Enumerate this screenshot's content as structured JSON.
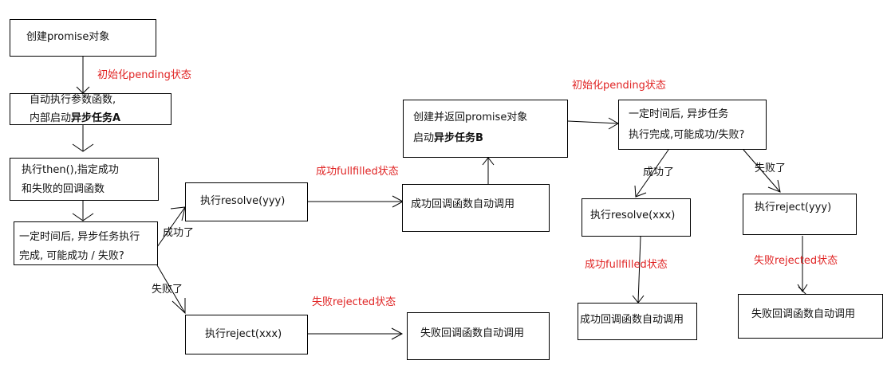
{
  "nodes": {
    "n1": "创建promise对象",
    "n2_line1": "自动执行参数函数,",
    "n2_line2_plain": "内部启动",
    "n2_line2_bold": "异步任务A",
    "n3_line1": "执行then(),指定成功",
    "n3_line2": "和失败的回调函数",
    "n4_line1": "一定时间后, 异步任务执行",
    "n4_line2": "完成, 可能成功 / 失败?",
    "n5": "执行resolve(yyy)",
    "n6": "成功回调函数自动调用",
    "n7_line1": "创建并返回promise对象",
    "n7_line2_plain": "启动",
    "n7_line2_bold": "异步任务B",
    "n8": "执行reject(xxx)",
    "n9": "失败回调函数自动调用",
    "n10_line1": "一定时间后, 异步任务",
    "n10_line2": "执行完成,可能成功/失败?",
    "n11": "执行resolve(xxx)",
    "n12": "成功回调函数自动调用",
    "n13": "执行reject(yyy)",
    "n14": "失败回调函数自动调用"
  },
  "labels": {
    "init_pending_1": "初始化pending状态",
    "init_pending_2": "初始化pending状态",
    "fulfilled_1": "成功fullfilled状态",
    "fulfilled_2": "成功fullfilled状态",
    "rejected_1": "失败rejected状态",
    "rejected_2": "失败rejected状态",
    "success_1": "成功了",
    "fail_1": "失败了",
    "success_2": "成功了",
    "fail_2": "失败了"
  },
  "colors": {
    "label_red": "#e02424",
    "line": "#000000"
  }
}
